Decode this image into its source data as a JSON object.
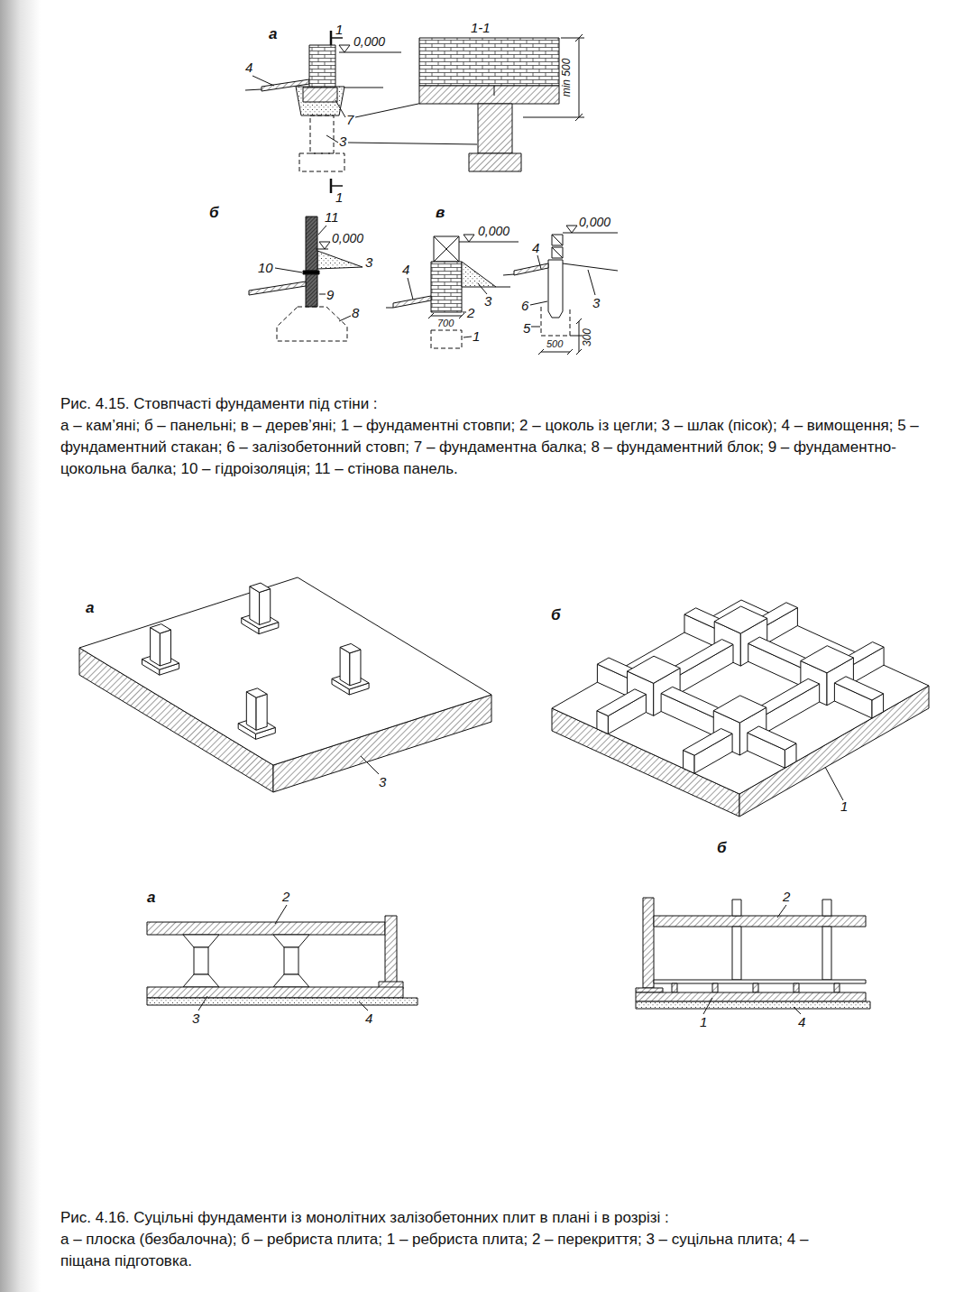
{
  "diagram": {
    "labels": [
      "а",
      "1",
      "0,000",
      "1-1",
      "4",
      "min 500",
      "7",
      "3",
      "1",
      "б",
      "11",
      "0,000",
      "10",
      "3",
      "9",
      "8",
      "в",
      "0,000",
      "4",
      "3",
      "2",
      "700",
      "1",
      "0,000",
      "4",
      "6",
      "3",
      "5",
      "500",
      "300",
      "Рис. 4.15. Стовпчасті фундаменти під стіни :",
      "а – кам’яні; б – панельні; в – дерев’яні; 1 – фундаментні стовпи; 2 – цоколь із цегли; 3 – шлак (пісок); 4 – вимощення; 5 – фундаментний стакан; 6 – залізобетонний стовп; 7 – фундаментна балка; 8 – фундаментний блок; 9 – фундаментно-цокольна балка; 10 – гідроізоляція; 11 – стінова панель.",
      "а",
      "б",
      "3",
      "1",
      "б",
      "а",
      "2",
      "3",
      "4",
      "2",
      "1",
      "4",
      "Рис. 4.16. Суцільні фундаменти із монолітних залізобетонних плит в плані і в розрізі :",
      "а – плоска (безбалочна); б – ребриста плита; 1 – ребриста плита; 2 – перекриття; 3 – суцільна плита; 4 – піщана підготовка."
    ]
  }
}
